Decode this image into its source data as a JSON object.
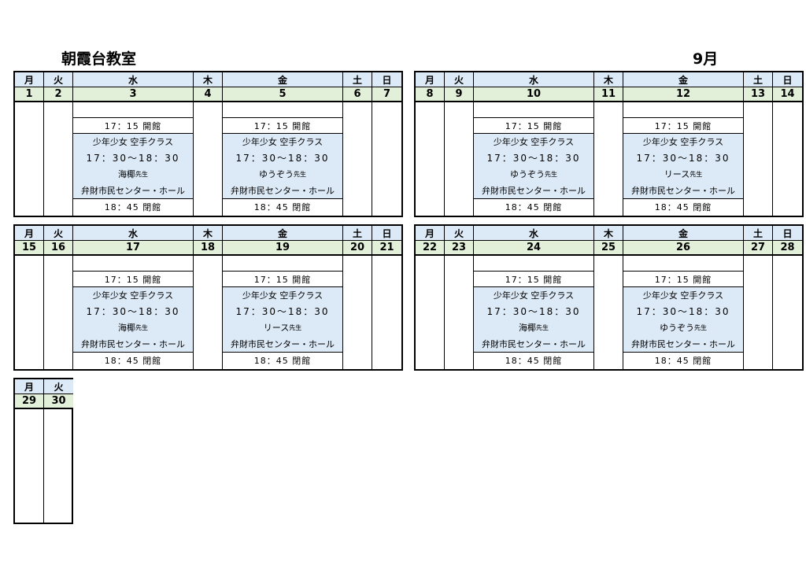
{
  "header": {
    "title": "朝霞台教室",
    "month": "9月"
  },
  "day_names": [
    "月",
    "火",
    "水",
    "木",
    "金",
    "土",
    "日"
  ],
  "weeks": [
    {
      "dates": [
        "1",
        "2",
        "3",
        "4",
        "5",
        "6",
        "7"
      ],
      "wed": {
        "open": "17：15 開館",
        "class": "少年少女 空手クラス",
        "time": "17：30〜18：30",
        "teacher": "海椰",
        "suffix": "先生",
        "venue": "弁財市民センター・ホール",
        "close": "18：45 閉館"
      },
      "fri": {
        "open": "17：15 開館",
        "class": "少年少女 空手クラス",
        "time": "17：30〜18：30",
        "teacher": "ゆうぞう",
        "suffix": "先生",
        "venue": "弁財市民センター・ホール",
        "close": "18：45 閉館"
      }
    },
    {
      "dates": [
        "8",
        "9",
        "10",
        "11",
        "12",
        "13",
        "14"
      ],
      "wed": {
        "open": "17：15 開館",
        "class": "少年少女 空手クラス",
        "time": "17：30〜18：30",
        "teacher": "ゆうぞう",
        "suffix": "先生",
        "venue": "弁財市民センター・ホール",
        "close": "18：45 閉館"
      },
      "fri": {
        "open": "17：15 開館",
        "class": "少年少女 空手クラス",
        "time": "17：30〜18：30",
        "teacher": "リース",
        "suffix": "先生",
        "venue": "弁財市民センター・ホール",
        "close": "18：45 閉館"
      }
    },
    {
      "dates": [
        "15",
        "16",
        "17",
        "18",
        "19",
        "20",
        "21"
      ],
      "wed": {
        "open": "17：15 開館",
        "class": "少年少女 空手クラス",
        "time": "17：30〜18：30",
        "teacher": "海椰",
        "suffix": "先生",
        "venue": "弁財市民センター・ホール",
        "close": "18：45 閉館"
      },
      "fri": {
        "open": "17：15 開館",
        "class": "少年少女 空手クラス",
        "time": "17：30〜18：30",
        "teacher": "リース",
        "suffix": "先生",
        "venue": "弁財市民センター・ホール",
        "close": "18：45 閉館"
      }
    },
    {
      "dates": [
        "22",
        "23",
        "24",
        "25",
        "26",
        "27",
        "28"
      ],
      "wed": {
        "open": "17：15 開館",
        "class": "少年少女 空手クラス",
        "time": "17：30〜18：30",
        "teacher": "海椰",
        "suffix": "先生",
        "venue": "弁財市民センター・ホール",
        "close": "18：45 閉館"
      },
      "fri": {
        "open": "17：15 開館",
        "class": "少年少女 空手クラス",
        "time": "17：30〜18：30",
        "teacher": "ゆうぞう",
        "suffix": "先生",
        "venue": "弁財市民センター・ホール",
        "close": "18：45 閉館"
      }
    },
    {
      "dates": [
        "29",
        "30"
      ]
    }
  ]
}
